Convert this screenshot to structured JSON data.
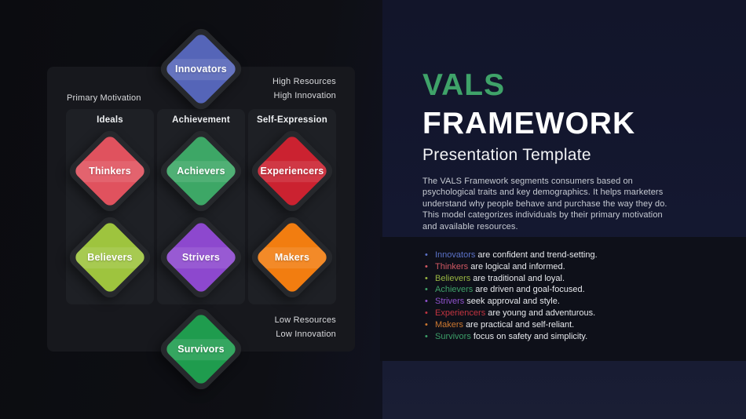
{
  "slide": {
    "title_accent": "VALS",
    "title_main": "FRAMEWORK",
    "subtitle": "Presentation Template",
    "accent_color": "#3fa369",
    "description_lines": [
      "The VALS Framework segments consumers based on",
      "psychological traits and key demographics. It helps marketers",
      "understand why people behave and purchase the way they do.",
      "This model categorizes individuals by their primary motivation",
      "and available resources."
    ]
  },
  "diagram": {
    "axis": {
      "primary_motivation": "Primary Motivation",
      "high_resources": "High Resources",
      "high_innovation": "High Innovation",
      "low_resources": "Low Resources",
      "low_innovation": "Low Innovation"
    },
    "columns": [
      {
        "label": "Ideals"
      },
      {
        "label": "Achievement"
      },
      {
        "label": "Self-Expression"
      }
    ],
    "nodes": [
      {
        "label": "Innovators",
        "color": "#5565b8"
      },
      {
        "label": "Thinkers",
        "color": "#e0525e"
      },
      {
        "label": "Achievers",
        "color": "#3da766"
      },
      {
        "label": "Experiencers",
        "color": "#cb2230"
      },
      {
        "label": "Believers",
        "color": "#9ec43e"
      },
      {
        "label": "Strivers",
        "color": "#8d48ce"
      },
      {
        "label": "Makers",
        "color": "#f27d10"
      },
      {
        "label": "Survivors",
        "color": "#1f9c4e"
      }
    ]
  },
  "bullets": [
    {
      "term": "Innovators",
      "color": "#5b72c8",
      "text": "are confident and trend-setting."
    },
    {
      "term": "Thinkers",
      "color": "#d05863",
      "text": "are logical and informed."
    },
    {
      "term": "Believers",
      "color": "#98b542",
      "text": "are traditional and loyal."
    },
    {
      "term": "Achievers",
      "color": "#3fa169",
      "text": "are driven and goal-focused."
    },
    {
      "term": "Strivers",
      "color": "#8f52cc",
      "text": "seek approval and style."
    },
    {
      "term": "Experiencers",
      "color": "#c23440",
      "text": "are young and adventurous."
    },
    {
      "term": "Makers",
      "color": "#cd7830",
      "text": "are practical and self-reliant."
    },
    {
      "term": "Survivors",
      "color": "#3c9e68",
      "text": "focus on safety and simplicity."
    }
  ]
}
